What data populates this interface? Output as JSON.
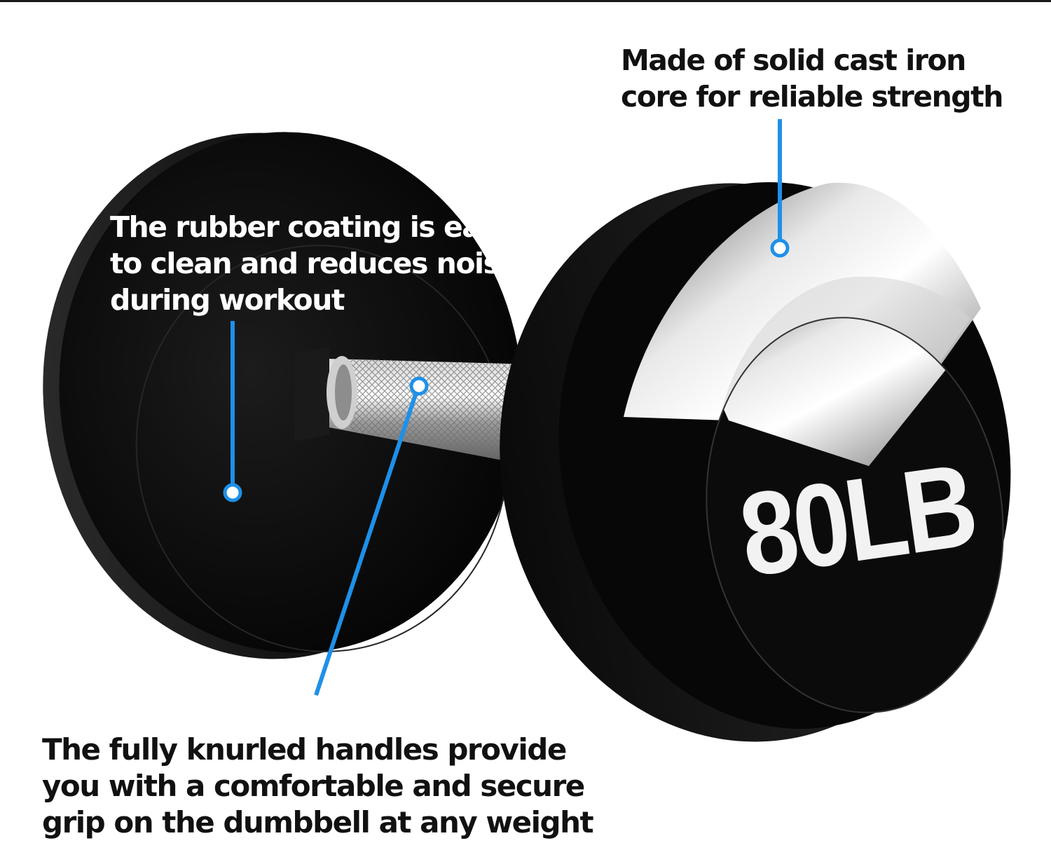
{
  "weight_label": "80LB",
  "accent_color": "#1e90e8",
  "callouts": {
    "iron_core": [
      "Made of solid cast iron",
      "core for reliable strength"
    ],
    "rubber_coating": [
      "The rubber coating is easy",
      "to clean and reduces noise",
      "during workout"
    ],
    "knurled_handle": [
      "The fully knurled handles provide",
      "you with a comfortable and secure",
      "grip on the dumbbell at any weight"
    ]
  }
}
